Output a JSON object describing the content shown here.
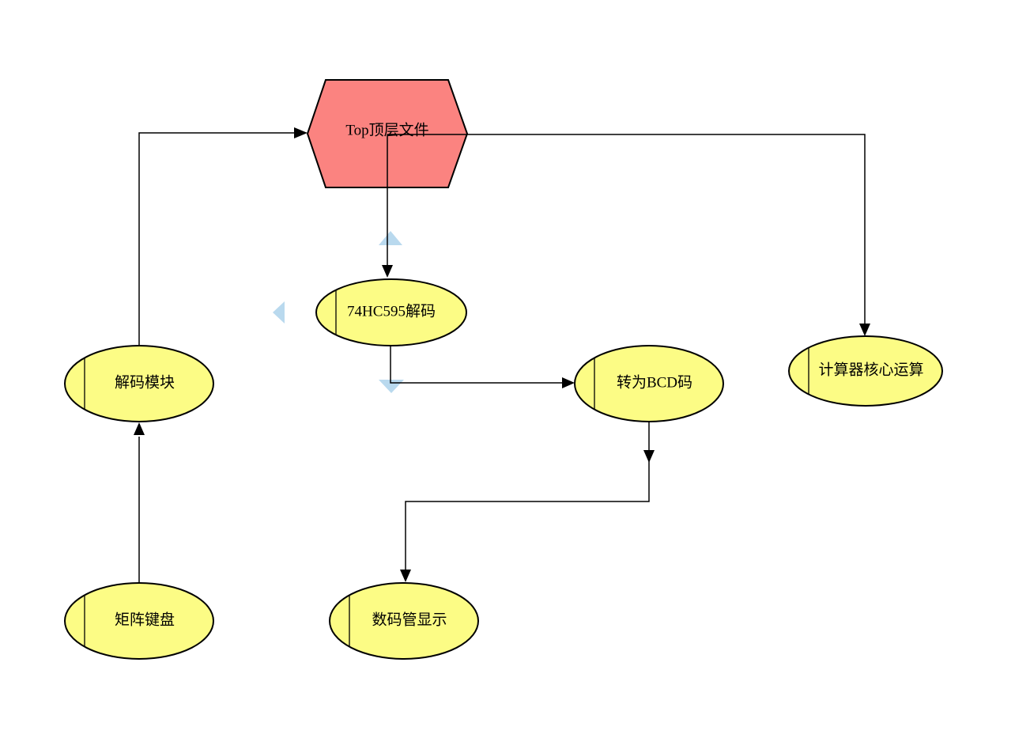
{
  "diagram": {
    "type": "module-hierarchy-flowchart",
    "nodes": {
      "top": {
        "label": "Top顶层文件",
        "shape": "hexagon"
      },
      "hc595": {
        "label": "74HC595解码",
        "shape": "ellipse"
      },
      "decoder": {
        "label": "解码模块",
        "shape": "ellipse"
      },
      "bcd": {
        "label": "转为BCD码",
        "shape": "ellipse"
      },
      "calc_core": {
        "label": "计算器核心运算",
        "shape": "ellipse"
      },
      "keypad": {
        "label": "矩阵键盘",
        "shape": "ellipse"
      },
      "display": {
        "label": "数码管显示",
        "shape": "ellipse"
      }
    },
    "edges": [
      {
        "from": "decoder",
        "to": "top"
      },
      {
        "from": "top",
        "to": "calc_core"
      },
      {
        "from": "top",
        "to": "hc595"
      },
      {
        "from": "hc595",
        "to": "bcd"
      },
      {
        "from": "bcd",
        "to": "display"
      },
      {
        "from": "keypad",
        "to": "decoder"
      }
    ],
    "colors": {
      "top_fill": "#FB8380",
      "node_fill": "#FCFC85",
      "stroke": "#000000",
      "marker_blue": "#B9D9EE",
      "background": "#FFFFFF"
    },
    "markers": {
      "up": "nav-up",
      "left": "nav-left",
      "down": "nav-down"
    }
  }
}
